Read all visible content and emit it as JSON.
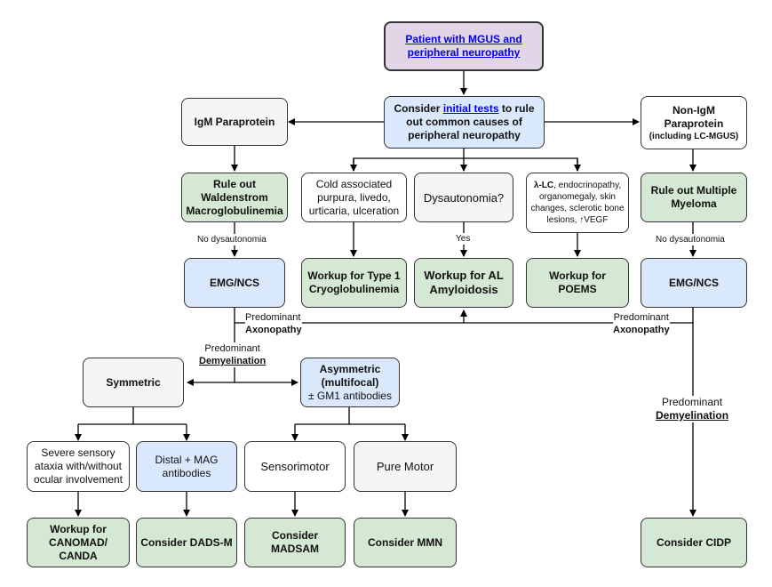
{
  "nodes": {
    "start": {
      "line1": "Patient with MGUS and",
      "line2": "peripheral neuropathy"
    },
    "consider": {
      "pre": "Consider ",
      "link": "initial tests",
      "post": " to rule out common causes of peripheral neuropathy"
    },
    "igm": {
      "label": "IgM Paraprotein"
    },
    "non_igm": {
      "line1": "Non-IgM",
      "line2": "Paraprotein",
      "line3": "(including LC-MGUS)"
    },
    "rule_wm": {
      "label": "Rule out Waldenstrom Macroglobulinemia"
    },
    "cold": {
      "label": "Cold associated purpura, livedo, urticaria, ulceration"
    },
    "dysauto": {
      "label": "Dysautonomia?"
    },
    "poems_sx": {
      "bold": "λ-LC",
      "rest": ", endocrinopathy, organomegaly, skin changes, sclerotic bone lesions, ↑VEGF"
    },
    "rule_mm": {
      "label": "Rule out Multiple Myeloma"
    },
    "emg_left": {
      "label": "EMG/NCS"
    },
    "cryo": {
      "label": "Workup for Type 1 Cryoglobulinemia"
    },
    "al": {
      "label": "Workup for AL Amyloidosis"
    },
    "poems": {
      "label": "Workup for POEMS"
    },
    "emg_right": {
      "label": "EMG/NCS"
    },
    "symmetric": {
      "label": "Symmetric"
    },
    "asymmetric": {
      "line1": "Asymmetric",
      "line2": "(multifocal)",
      "line3": "± GM1 antibodies"
    },
    "ataxia": {
      "label": "Severe sensory ataxia with/without ocular involvement"
    },
    "distal": {
      "label": "Distal + MAG antibodies"
    },
    "sensorimotor": {
      "label": "Sensorimotor"
    },
    "pure_motor": {
      "label": "Pure Motor"
    },
    "canomad": {
      "label": "Workup for CANOMAD/ CANDA"
    },
    "dads": {
      "label": "Consider DADS-M"
    },
    "madsam": {
      "label": "Consider MADSAM"
    },
    "mmn": {
      "label": "Consider MMN"
    },
    "cidp": {
      "label": "Consider CIDP"
    }
  },
  "edge_labels": {
    "no_dys_left": "No dysautonomia",
    "yes": "Yes",
    "no_dys_right": "No dysautonomia",
    "axon_left_1": "Predominant",
    "axon_left_2": "Axonopathy",
    "axon_right_1": "Predominant",
    "axon_right_2": "Axonopathy",
    "demy_left_1": "Predominant",
    "demy_left_2": "Demyelination",
    "demy_right_1": "Predominant",
    "demy_right_2": "Demyelination"
  },
  "colors": {
    "gray": "#f5f5f5",
    "blue": "#dae8fc",
    "green": "#d5e8d4",
    "purple": "#e1d5e7",
    "line": "#000000"
  }
}
